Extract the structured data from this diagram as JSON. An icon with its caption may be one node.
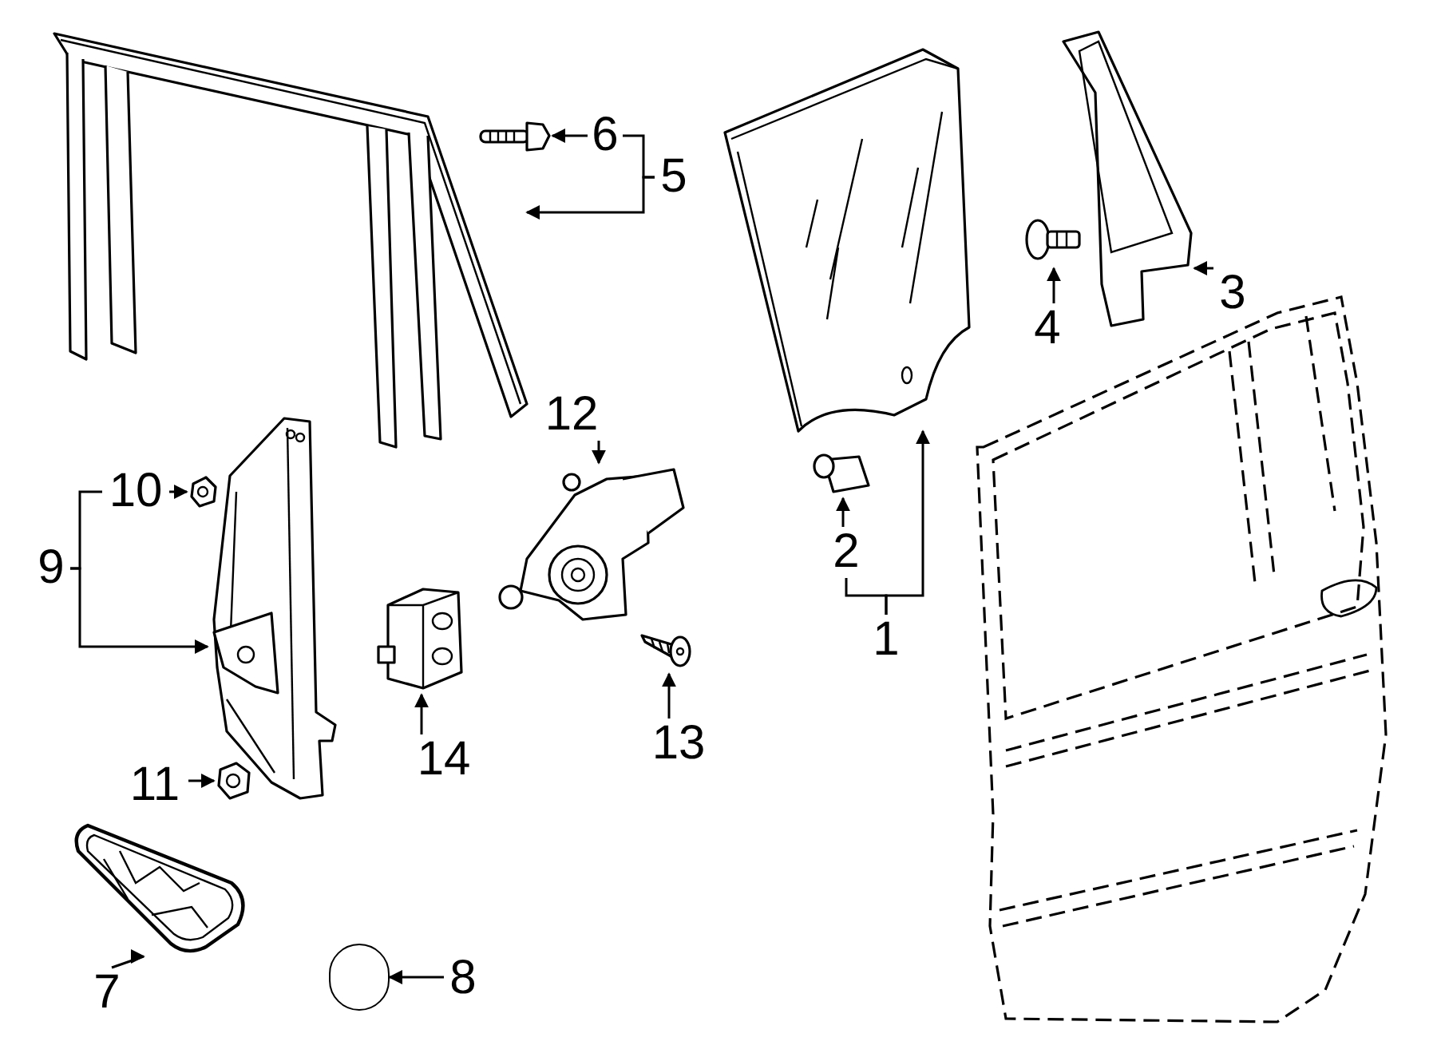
{
  "diagram": {
    "nodes": [
      {
        "text": [
          "6"
        ]
      },
      {
        "text": [],
        "shape": "picture"
      },
      {
        "text": [
          "5"
        ]
      },
      {
        "text": [],
        "shape": "picture"
      },
      {
        "text": [],
        "shape": "picture"
      },
      {
        "text": [
          "3"
        ]
      },
      {
        "text": [],
        "shape": "picture"
      },
      {
        "text": [],
        "shape": "picture"
      },
      {
        "text": [
          "4"
        ]
      },
      {
        "text": [
          "12"
        ]
      },
      {
        "text": [],
        "shape": "picture"
      },
      {
        "text": [
          "10"
        ]
      },
      {
        "text": [],
        "shape": "picture"
      },
      {
        "text": [
          "9"
        ]
      },
      {
        "text": [],
        "shape": "picture"
      },
      {
        "text": [
          "2"
        ]
      },
      {
        "text": [],
        "shape": "picture"
      },
      {
        "text": [
          "1"
        ]
      },
      {
        "text": [],
        "shape": "picture"
      },
      {
        "text": [],
        "shape": "picture"
      },
      {
        "text": [
          "13"
        ]
      },
      {
        "text": [
          "14"
        ]
      },
      {
        "text": [
          "11"
        ]
      },
      {
        "text": [],
        "shape": "picture"
      },
      {
        "text": [],
        "shape": "picture"
      },
      {
        "text": [
          "7"
        ]
      },
      {
        "text": [],
        "shape": "circle"
      },
      {
        "text": [
          "8"
        ]
      }
    ],
    "edges": [
      {
        "from": 0,
        "to": 1,
        "arrow": "to"
      },
      {
        "from": 2,
        "to": 3,
        "arrow": "to"
      },
      {
        "from": 2,
        "to": 0,
        "arrow": "none"
      },
      {
        "from": 17,
        "to": 4,
        "arrow": "to"
      },
      {
        "from": 17,
        "to": 15,
        "arrow": "none"
      },
      {
        "from": 15,
        "to": 16,
        "arrow": "to"
      },
      {
        "from": 8,
        "to": 7,
        "arrow": "to"
      },
      {
        "from": 5,
        "to": 6,
        "arrow": "to"
      },
      {
        "from": 9,
        "to": 10,
        "arrow": "to"
      },
      {
        "from": 11,
        "to": 12,
        "arrow": "to"
      },
      {
        "from": 13,
        "to": 14,
        "arrow": "to"
      },
      {
        "from": 13,
        "to": 11,
        "arrow": "none"
      },
      {
        "from": 22,
        "to": 23,
        "arrow": "to"
      },
      {
        "from": 21,
        "to": 18,
        "arrow": "to"
      },
      {
        "from": 20,
        "to": 19,
        "arrow": "to"
      },
      {
        "from": 25,
        "to": 24,
        "arrow": "to"
      },
      {
        "from": 27,
        "to": 26,
        "arrow": "to"
      }
    ]
  }
}
